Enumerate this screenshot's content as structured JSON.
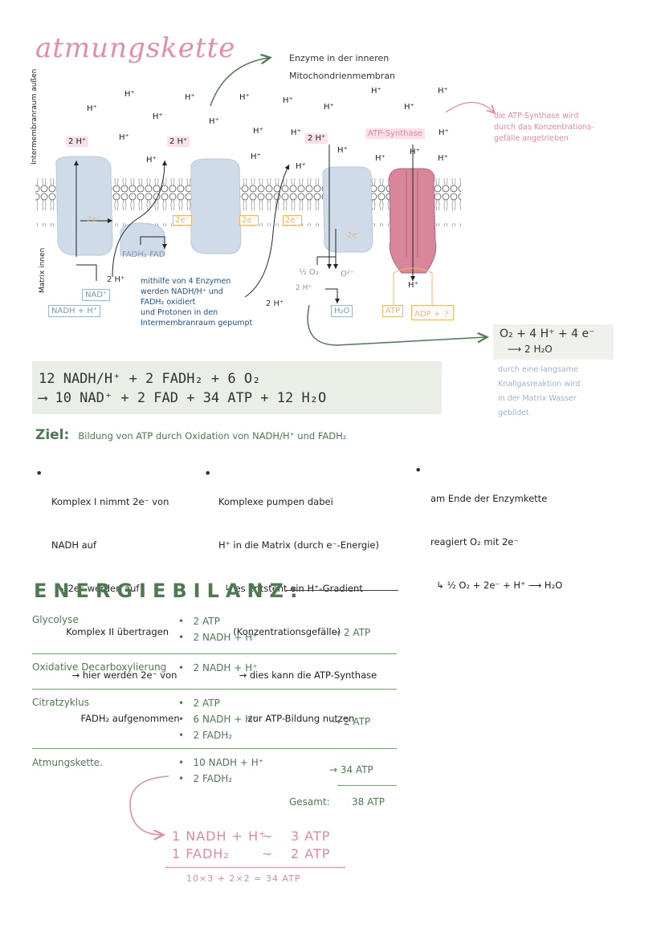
{
  "title": "atmungskette",
  "diagram": {
    "side_label_top": "Intermembranraum außen",
    "side_label_bottom": "Matrix innen",
    "enzyme_note": [
      "Enzyme in der inneren",
      "Mitochondrienmembran"
    ],
    "synthase_note": [
      "die ATP-Synthase wird",
      "durch das Konzentrations-",
      "gefälle angetrieben"
    ],
    "hplus": "H⁺",
    "two_h": "2 H⁺",
    "electrons": "2e⁻",
    "nad": "NAD⁺",
    "nadh": "NADH + H⁺",
    "fadh": "FADH₂ FAD",
    "note_blue": [
      "mithilfe von 4 Enzymen",
      "werden NADH/H⁺ und",
      "FADH₂ oxidiert",
      "und Protonen in den",
      "Intermembranraum gepumpt"
    ],
    "half_o2": "½ O₂",
    "o2minus": "O²⁻",
    "two_h_small": "2 H⁺",
    "h2o": "H₂O",
    "atp_synthase": "ATP-Synthase",
    "atp": "ATP",
    "adp": "ADP + ⓟ",
    "o2_eq1": "O₂ + 4 H⁺ + 4 e⁻",
    "o2_eq2": "⟶ 2 H₂O",
    "slow_note": [
      "durch eine langsame",
      "Knallgasreaktion wird",
      "in der Matrix Wasser",
      "gebildet"
    ]
  },
  "equation": {
    "line1": "12 NADH/H⁺ + 2 FADH₂ + 6 O₂",
    "line2": "⟶ 10 NAD⁺ + 2 FAD + 34 ATP + 12 H₂O"
  },
  "ziel": {
    "label": "Ziel:",
    "text": "Bildung von ATP durch Oxidation von NADH/H⁺ und FADH₂"
  },
  "bullets": [
    {
      "lines": [
        "Komplex I nimmt 2e⁻ von",
        "NADH auf",
        "  ↳ 2e⁻ werden auf",
        "     Komplex II übertragen",
        "       → hier werden 2e⁻ von",
        "          FADH₂ aufgenommen"
      ]
    },
    {
      "lines": [
        "Komplexe pumpen dabei",
        "H⁺ in die Matrix (durch e⁻-Energie)",
        "  ↳ es entsteht ein H⁺-Gradient",
        "     (Konzentrationsgefälle)",
        "       → dies kann die ATP-Synthase",
        "          zur ATP-Bildung nutzen"
      ]
    },
    {
      "lines": [
        "am Ende der Enzymkette",
        "reagiert O₂ mit 2e⁻",
        "  ↳ ½ O₂ + 2e⁻ + H⁺ ⟶ H₂O"
      ]
    }
  ],
  "energiebilanz": {
    "heading": "ENERGIEBILANZ:",
    "rows": [
      {
        "label": "Glycolyse",
        "items": [
          "2 ATP",
          "2 NADH + H⁺"
        ],
        "result": "→ 2 ATP"
      },
      {
        "label": "Oxidative Decarboxylierung",
        "items": [
          "2 NADH + H⁺"
        ],
        "result": ""
      },
      {
        "label": "Citratzyklus",
        "items": [
          "2 ATP",
          "6 NADH + H⁺",
          "2 FADH₂"
        ],
        "result": "→ 2 ATP"
      },
      {
        "label": "Atmungskette.",
        "items": [
          "10 NADH + H⁺",
          "2 FADH₂"
        ],
        "result": "→ 34 ATP"
      }
    ],
    "total_label": "Gesamt:",
    "total_value": "38 ATP",
    "conv1_left": "1 NADH + H⁺",
    "conv1_right": "3 ATP",
    "conv2_left": "1 FADH₂",
    "conv2_right": "2 ATP",
    "tilde": "~",
    "calc": "10×3 + 2×2 = 34 ATP"
  }
}
